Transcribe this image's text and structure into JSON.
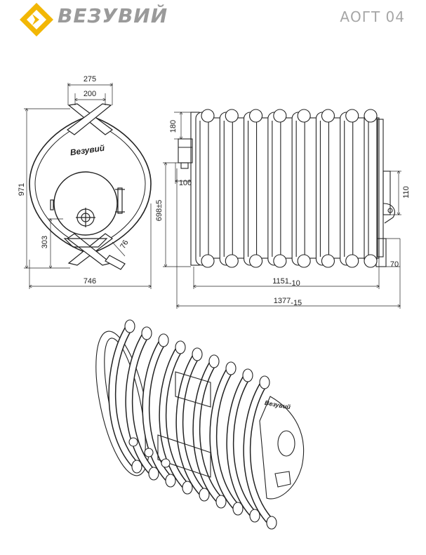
{
  "header": {
    "brand": "ВЕЗУВИЙ",
    "model": "АОГТ 04",
    "logo_icon": "vezuviy-logo-icon",
    "accent": "#f2b705",
    "text_color": "#9a9a9a"
  },
  "front_view": {
    "dim_top_outer": "275",
    "dim_top_inner": "200",
    "dim_height": "971",
    "dim_ash": "303",
    "dim_pipe": "76",
    "dim_width": "746",
    "badge": "Везувий"
  },
  "side_view": {
    "dim_flue": "180",
    "dim_flue_offset": "100",
    "dim_axis": "698±5",
    "dim_door": "110",
    "dim_leg": "70",
    "dim_body_length": "1151",
    "dim_body_tol": "-10",
    "dim_total_length": "1377",
    "dim_total_tol": "-15",
    "tube_count": 8
  },
  "iso_view": {
    "badge": "Везувий"
  }
}
